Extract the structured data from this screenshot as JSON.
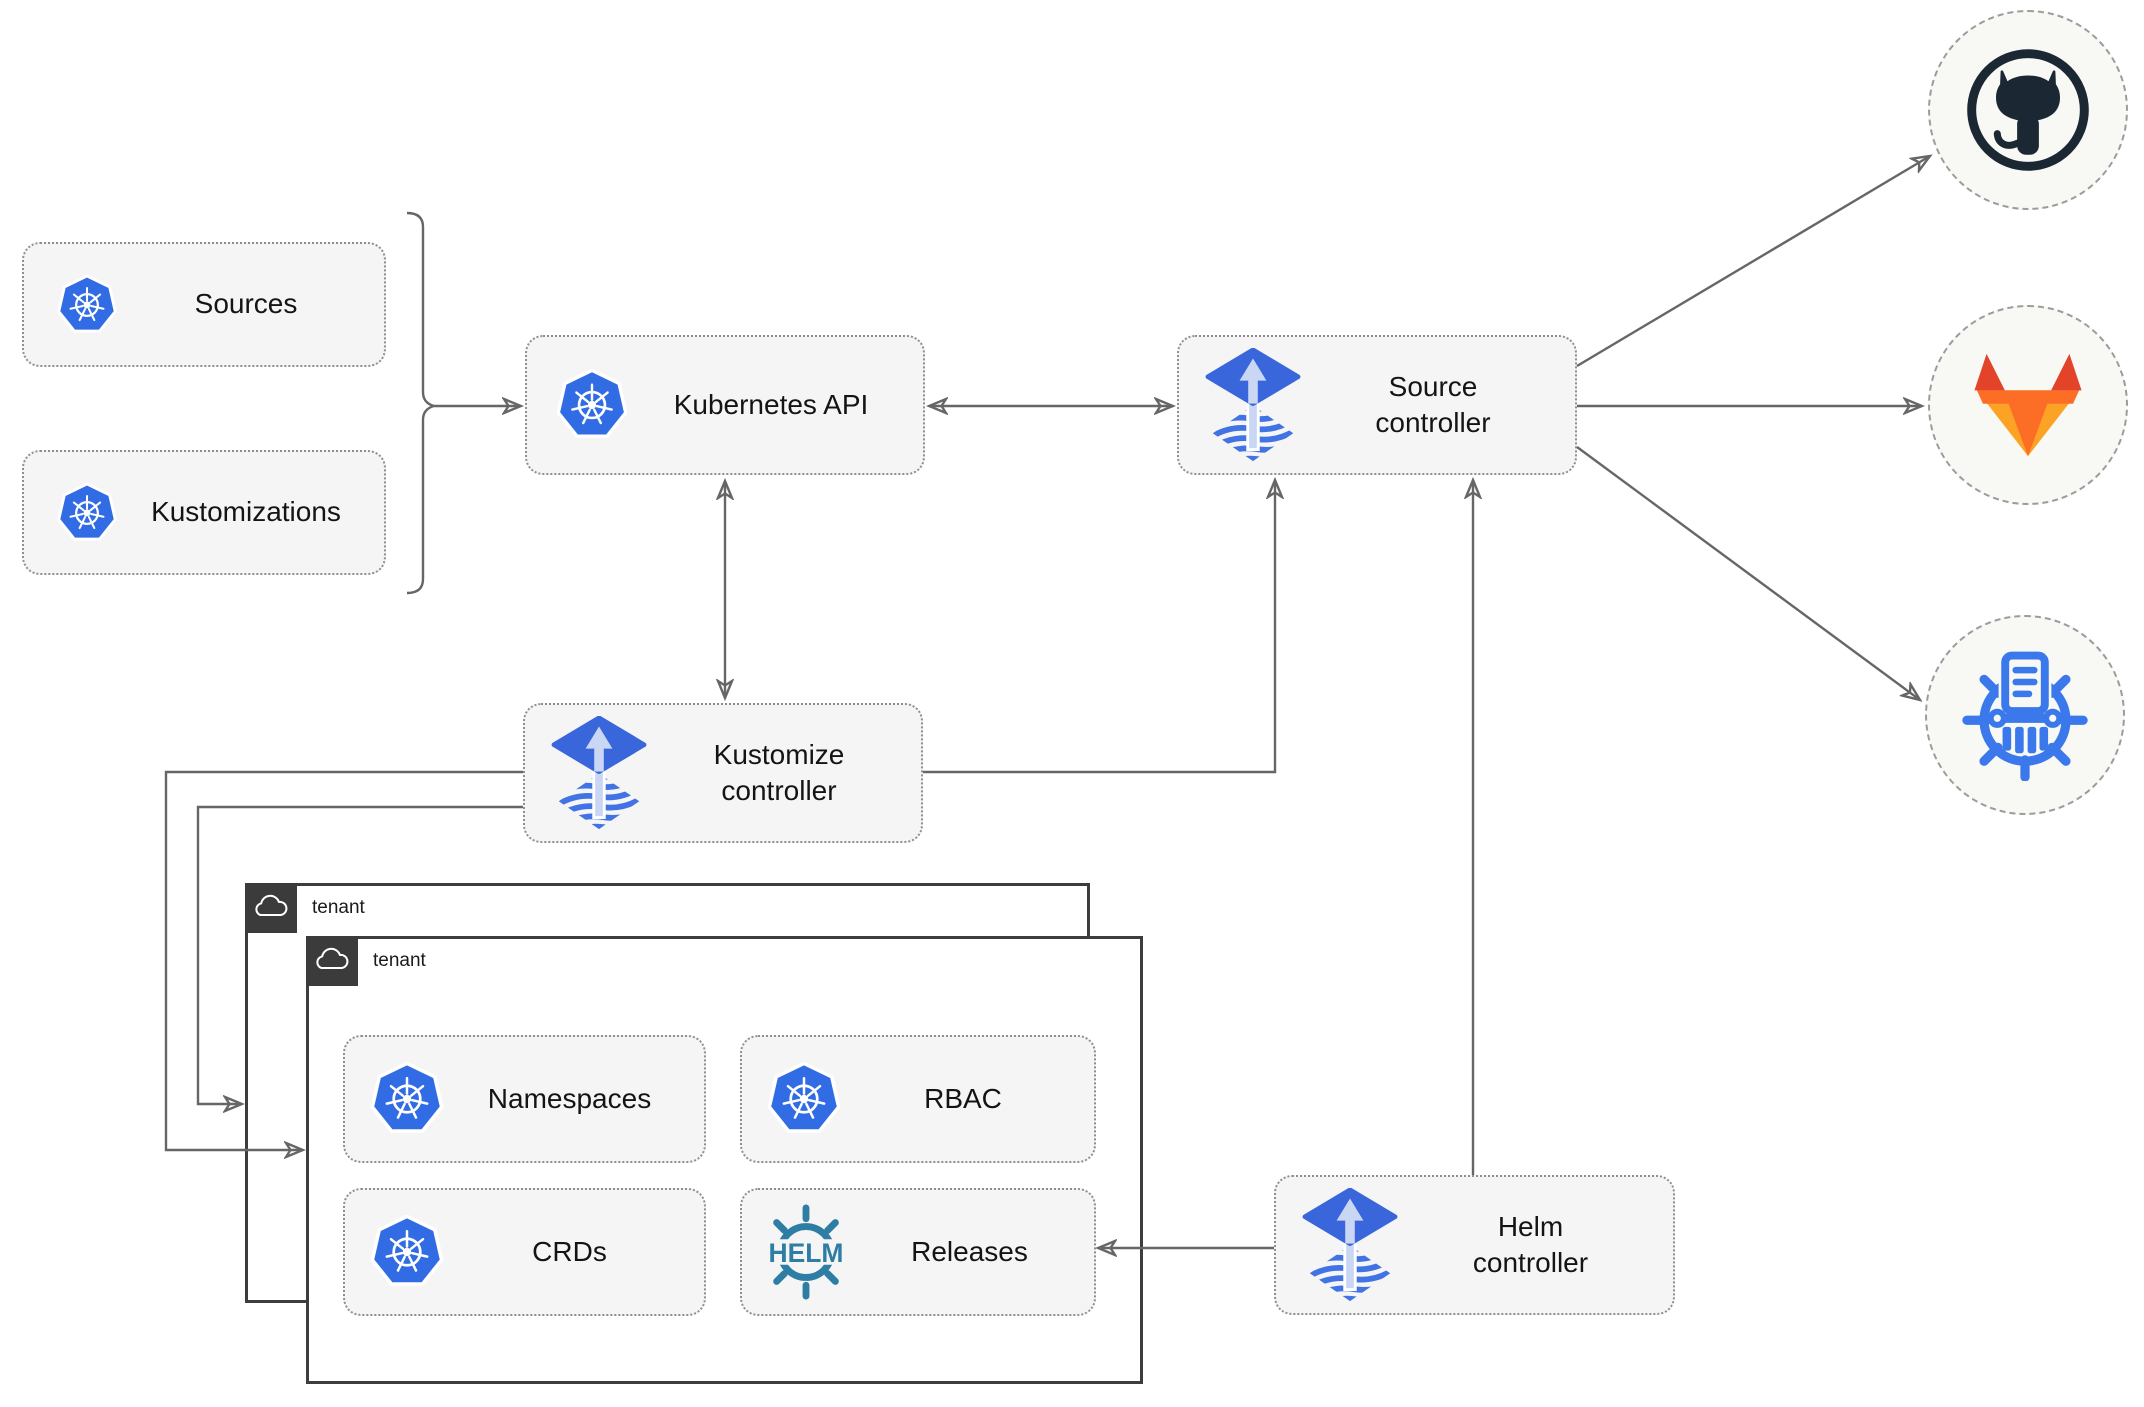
{
  "diagram": {
    "title_hint": "Flux GitOps multi-tenancy architecture",
    "nodes": {
      "sources": {
        "label": "Sources",
        "icon": "kubernetes-icon"
      },
      "kustomizations": {
        "label": "Kustomizations",
        "icon": "kubernetes-icon"
      },
      "kubernetes_api": {
        "label": "Kubernetes API",
        "icon": "kubernetes-icon"
      },
      "source_controller": {
        "line1": "Source",
        "line2": "controller",
        "icon": "flux-icon"
      },
      "kustomize_controller": {
        "line1": "Kustomize",
        "line2": "controller",
        "icon": "flux-icon"
      },
      "helm_controller": {
        "line1": "Helm",
        "line2": "controller",
        "icon": "flux-icon"
      },
      "tenant_back": {
        "label": "tenant",
        "icon": "cloud-icon"
      },
      "tenant_front": {
        "label": "tenant",
        "icon": "cloud-icon"
      },
      "namespaces": {
        "label": "Namespaces",
        "icon": "kubernetes-icon"
      },
      "rbac": {
        "label": "RBAC",
        "icon": "kubernetes-icon"
      },
      "crds": {
        "label": "CRDs",
        "icon": "kubernetes-icon"
      },
      "releases": {
        "label": "Releases",
        "icon": "helm-icon"
      }
    },
    "endpoints": {
      "github": {
        "icon": "github-icon"
      },
      "gitlab": {
        "icon": "gitlab-icon"
      },
      "helm_repository": {
        "icon": "helm-repository-icon"
      }
    },
    "helm_logo_text": "HELM",
    "connections": [
      {
        "from": "sources_and_kustomizations",
        "to": "kubernetes_api",
        "style": "arrow-with-brace"
      },
      {
        "from": "kubernetes_api",
        "to": "source_controller",
        "style": "double-arrow"
      },
      {
        "from": "kubernetes_api",
        "to": "kustomize_controller",
        "style": "double-arrow"
      },
      {
        "from": "kustomize_controller",
        "to": "source_controller",
        "style": "arrow"
      },
      {
        "from": "kustomize_controller",
        "to": "tenant_front",
        "style": "arrow"
      },
      {
        "from": "kustomize_controller",
        "to": "tenant_back",
        "style": "arrow"
      },
      {
        "from": "helm_controller",
        "to": "source_controller",
        "style": "arrow"
      },
      {
        "from": "helm_controller",
        "to": "releases",
        "style": "arrow"
      },
      {
        "from": "source_controller",
        "to": "github",
        "style": "arrow"
      },
      {
        "from": "source_controller",
        "to": "gitlab",
        "style": "arrow"
      },
      {
        "from": "source_controller",
        "to": "helm_repository",
        "style": "arrow"
      }
    ],
    "colors": {
      "background": "#ffffff",
      "node_background": "#f5f5f5",
      "node_border": "#8f8f8f",
      "arrow": "#666666",
      "kubernetes_blue": "#326ce5",
      "flux_blue": "#3a66db",
      "flux_light": "#c9d6f4",
      "helm_teal": "#2e7da4",
      "github_dark": "#1b2733",
      "gitlab_red": "#e24329",
      "gitlab_orange": "#fc6d26",
      "gitlab_light_orange": "#fca326",
      "chartmuseum_blue": "#3a78ec",
      "tenant_border": "#3d3d3d",
      "tenant_header": "#3b3b3b"
    }
  }
}
